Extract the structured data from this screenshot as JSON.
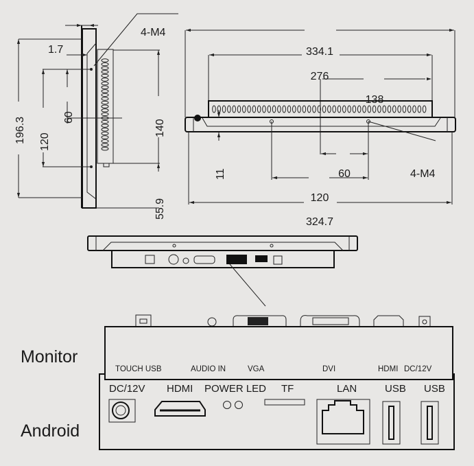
{
  "side_view": {
    "mount": "4-M4",
    "thickness": "1.7",
    "height_total": "196.3",
    "hole_v": "120",
    "hole_half": "60",
    "box_h": "140",
    "depth": "55.9"
  },
  "top_view": {
    "outer": "334.1",
    "box_w": "276",
    "half_box": "138",
    "bezel": "11",
    "hole_half": "60",
    "mount": "4-M4",
    "hole_h": "120",
    "panel_w": "324.7"
  },
  "panels": {
    "monitor_title": "Monitor",
    "android_title": "Android",
    "monitor_ports": [
      "TOUCH USB",
      "AUDIO IN",
      "VGA",
      "DVI",
      "HDMI",
      "DC/12V"
    ],
    "android_ports": [
      "DC/12V",
      "HDMI",
      "POWER LED",
      "TF",
      "LAN",
      "USB",
      "USB"
    ]
  },
  "colors": {
    "background": "#e8e7e5",
    "line": "#222222"
  }
}
